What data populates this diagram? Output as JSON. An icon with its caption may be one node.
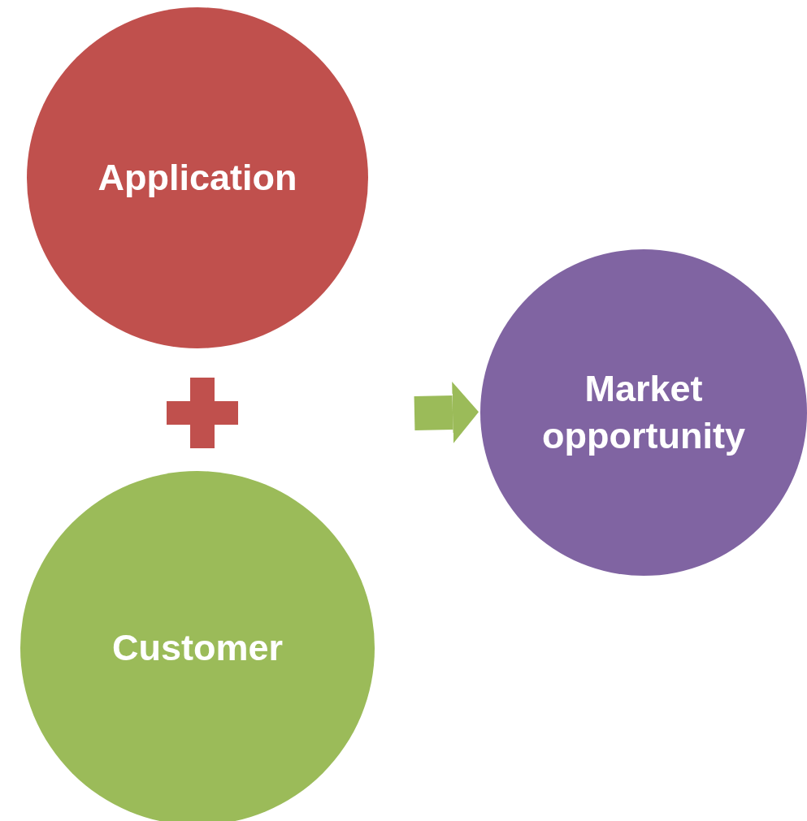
{
  "diagram": {
    "nodes": [
      {
        "text": [
          "Application"
        ]
      },
      {
        "text": [
          "Customer"
        ]
      },
      {
        "text": [
          "Market opportunity"
        ]
      }
    ],
    "edges": [
      {
        "from": null,
        "to": 2,
        "arrow": "to"
      }
    ]
  }
}
